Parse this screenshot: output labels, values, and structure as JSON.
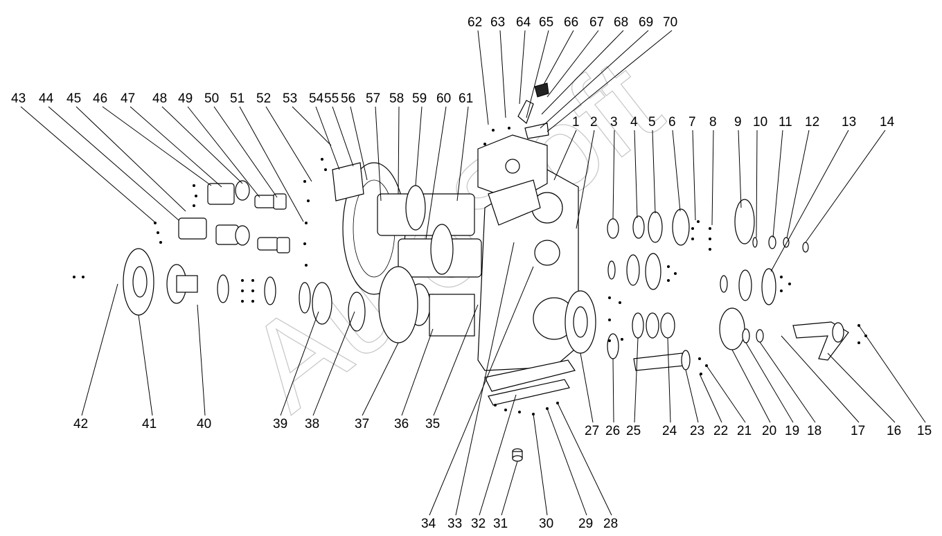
{
  "diagram": {
    "watermark": "AutoSoft",
    "callouts": {
      "top": [
        "62",
        "63",
        "64",
        "65",
        "66",
        "67",
        "68",
        "69",
        "70"
      ],
      "upper_left": [
        "43",
        "44",
        "45",
        "46",
        "47",
        "48",
        "49",
        "50",
        "51",
        "52",
        "53",
        "54",
        "55",
        "56",
        "57",
        "58",
        "59",
        "60",
        "61"
      ],
      "upper_right": [
        "1",
        "2",
        "3",
        "4",
        "5",
        "6",
        "7",
        "8",
        "9",
        "10",
        "11",
        "12",
        "13",
        "14"
      ],
      "lower_left": [
        "42",
        "41",
        "40",
        "39",
        "38",
        "37",
        "36",
        "35"
      ],
      "lower_right": [
        "27",
        "26",
        "25",
        "24",
        "23",
        "22",
        "21",
        "20",
        "19",
        "18",
        "17",
        "16",
        "15"
      ],
      "bottom": [
        "34",
        "33",
        "32",
        "31",
        "30",
        "29",
        "28"
      ]
    }
  }
}
